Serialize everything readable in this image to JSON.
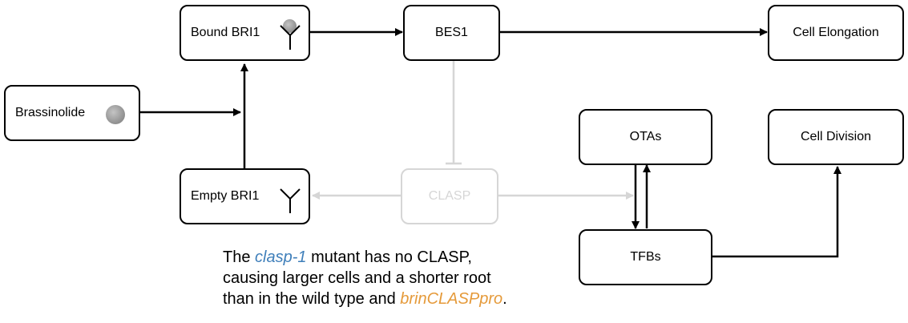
{
  "nodes": {
    "brassinolide": "Brassinolide",
    "bound_bri1": "Bound BRI1",
    "bes1": "BES1",
    "cell_elongation": "Cell Elongation",
    "empty_bri1": "Empty BRI1",
    "clasp": "CLASP",
    "otas": "OTAs",
    "cell_division": "Cell Division",
    "tfbs": "TFBs"
  },
  "caption": {
    "line1_pre": "The ",
    "mutant_name": "clasp-1",
    "line1_post": " mutant has no CLASP,",
    "line2": "causing larger cells and a shorter root",
    "line3_pre": "than in the wild type and ",
    "construct_name": "brinCLASPpro",
    "line3_post": "."
  },
  "colors": {
    "edge": "#000000",
    "faded": "#d6d6d6",
    "mutant_text": "#3f7fba",
    "construct_text": "#e59a3a"
  },
  "icons": {
    "ligand": "gray-ball-icon",
    "receptor": "y-receptor-icon"
  }
}
